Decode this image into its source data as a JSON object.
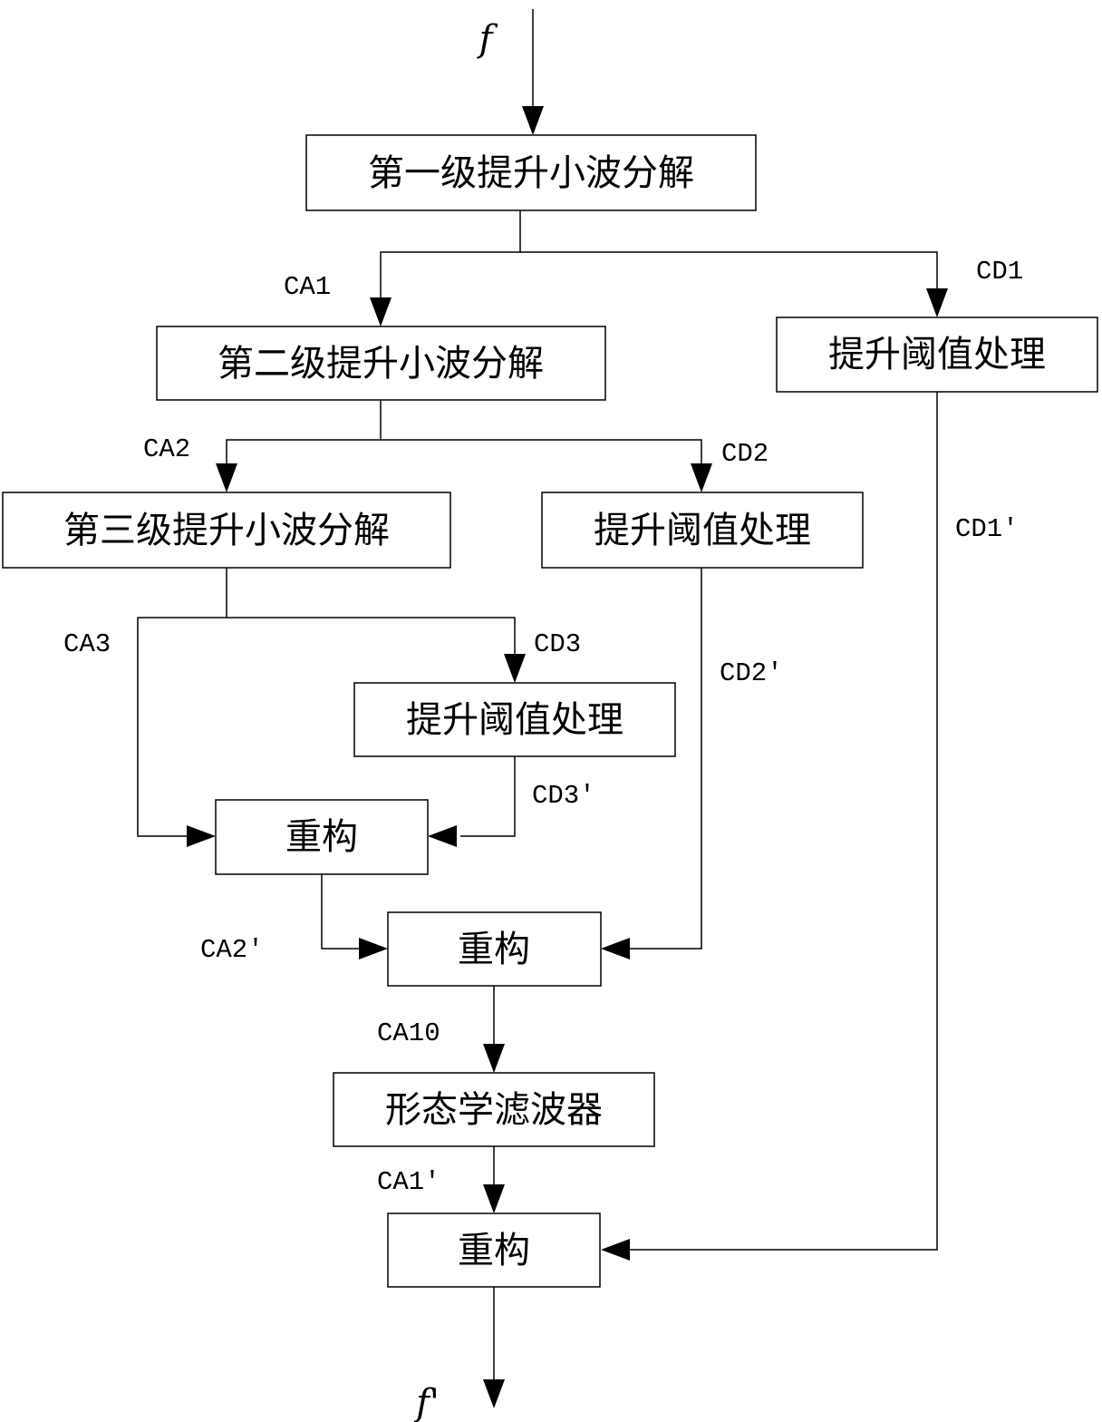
{
  "input_label": "f",
  "output_label": "f'",
  "boxes": {
    "decomp1": "第一级提升小波分解",
    "decomp2": "第二级提升小波分解",
    "decomp3": "第三级提升小波分解",
    "thresh1": "提升阈值处理",
    "thresh2": "提升阈值处理",
    "thresh3": "提升阈值处理",
    "recon3": "重构",
    "recon2": "重构",
    "morph_filter": "形态学滤波器",
    "recon1": "重构"
  },
  "edges": {
    "ca1": "CA1",
    "cd1": "CD1",
    "ca2": "CA2",
    "cd2": "CD2",
    "ca3": "CA3",
    "cd3": "CD3",
    "cd3_prime": "CD3'",
    "cd2_prime": "CD2'",
    "cd1_prime": "CD1'",
    "ca2_prime": "CA2'",
    "ca10": "CA10",
    "ca1_prime": "CA1'"
  }
}
